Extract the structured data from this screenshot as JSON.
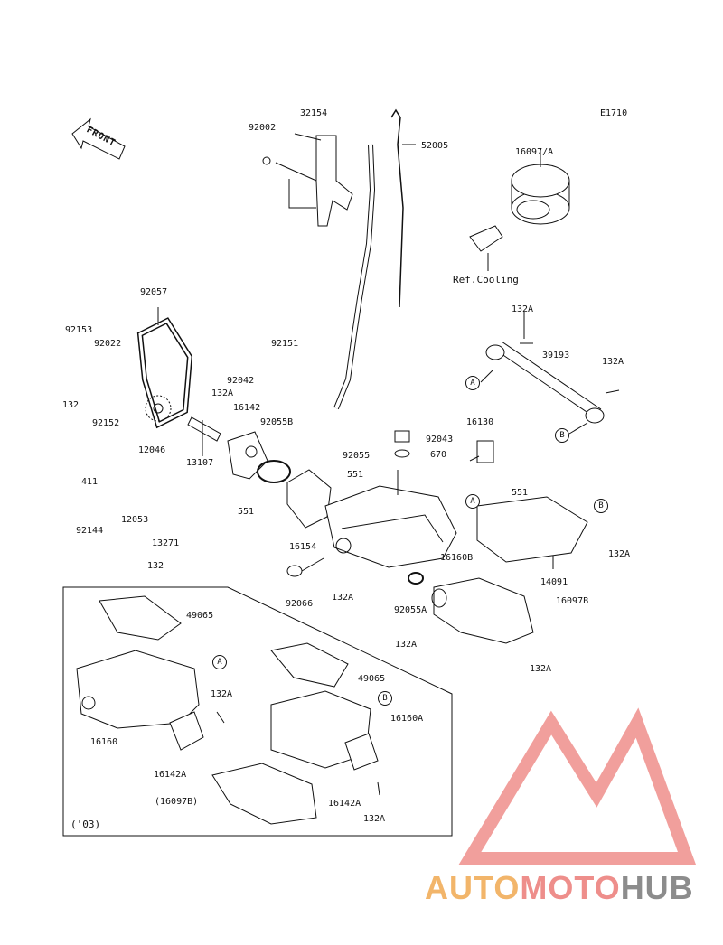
{
  "diagram_code": "E1710",
  "front_label": "FRONT",
  "ref_cooling": "Ref.Cooling",
  "year_note": "('03)",
  "watermark": {
    "part1": "AUTO",
    "part2": "MOTO",
    "part3": "HUB"
  },
  "colors": {
    "line": "#111111",
    "logo_red": "#ee8e8b",
    "logo_orange": "#f2b56a",
    "logo_gray": "#8c8c8c"
  },
  "labels": {
    "p32154": "32154",
    "p92002": "92002",
    "p52005": "52005",
    "p16097A": "16097/A",
    "p132A_1": "132A",
    "p39193": "39193",
    "p132A_2": "132A",
    "p92057": "92057",
    "p92153": "92153",
    "p92022": "92022",
    "p92151": "92151",
    "p92042": "92042",
    "p132A_3": "132A",
    "p16142": "16142",
    "p92055B": "92055B",
    "p132_1": "132",
    "p92152": "92152",
    "p12046": "12046",
    "p13107": "13107",
    "p16130": "16130",
    "p92043": "92043",
    "p92055": "92055",
    "p670": "670",
    "p551_1": "551",
    "p411": "411",
    "p551_2": "551",
    "p551_3": "551",
    "p92144": "92144",
    "p12053": "12053",
    "p16154": "16154",
    "p13271": "13271",
    "p16160B": "16160B",
    "p132A_4": "132A",
    "p132_2": "132",
    "p14091": "14091",
    "p92066": "92066",
    "p132A_5": "132A",
    "p92055A": "92055A",
    "p16097B": "16097B",
    "p132A_6": "132A",
    "p132A_7": "132A",
    "p49065_1": "49065",
    "p132A_8": "132A",
    "p16160": "16160",
    "p16142A_1": "16142A",
    "p49065_2": "49065",
    "p16160A": "16160A",
    "p16097B_paren": "(16097B)",
    "p16142A_2": "16142A",
    "p132A_9": "132A"
  },
  "markers": {
    "a1": "A",
    "b1": "B",
    "a2": "A",
    "b2": "B",
    "a3": "A",
    "b3": "B"
  }
}
